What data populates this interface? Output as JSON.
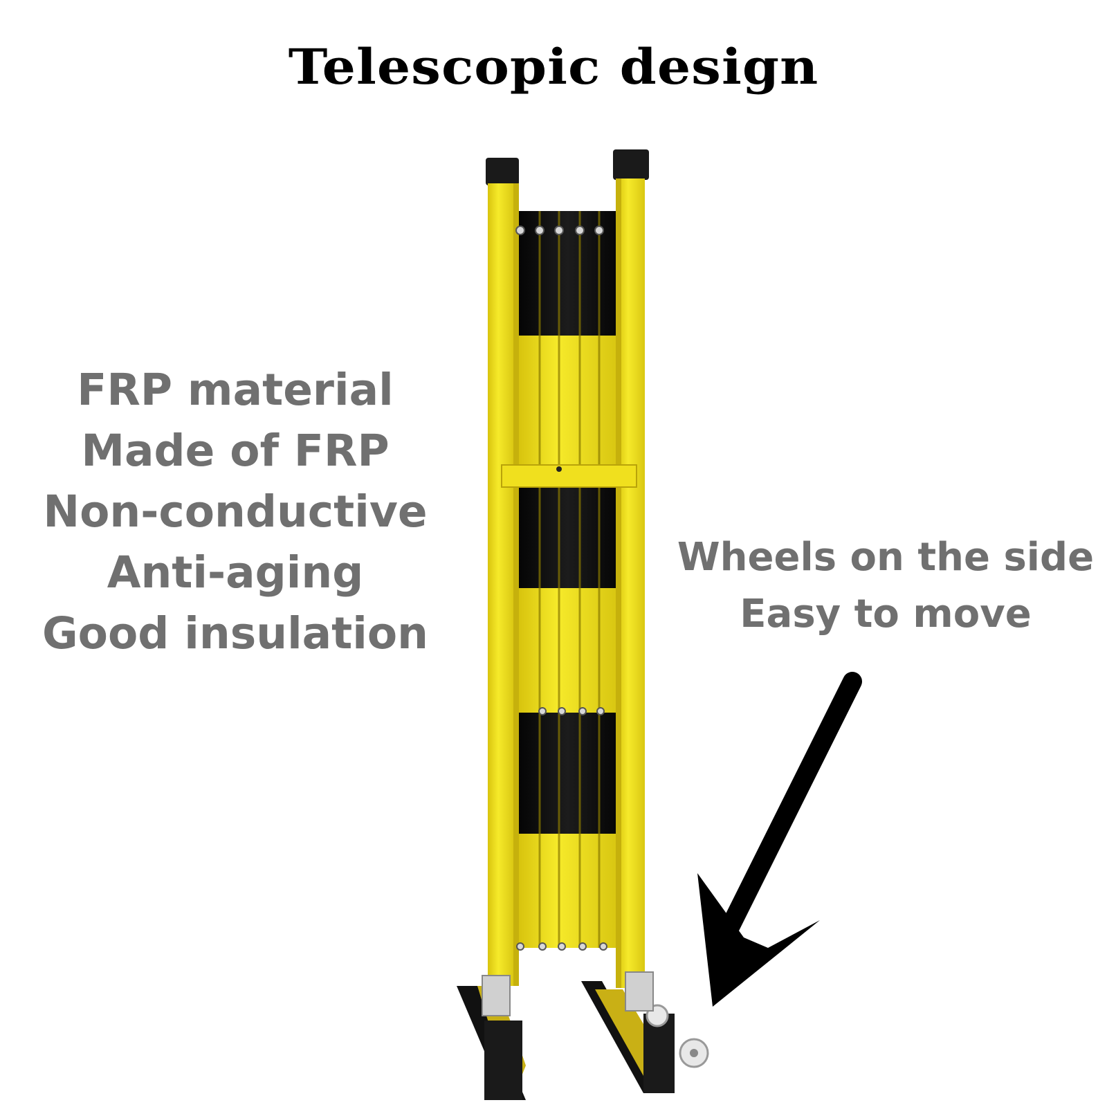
{
  "title": "Telescopic design",
  "features": [
    "FRP material",
    "Made of FRP",
    "Non-conductive",
    "Anti-aging",
    "Good insulation"
  ],
  "wheel_note": {
    "line1": "Wheels on the side",
    "line2": "Easy to move"
  },
  "colors": {
    "frame_yellow": "#f2e21a",
    "black_panel": "#111111",
    "text_gray": "#707070",
    "arrow_black": "#000000"
  },
  "icons": {
    "arrow": "down-left-arrow-icon",
    "barrier": "telescopic-barrier-photo"
  }
}
